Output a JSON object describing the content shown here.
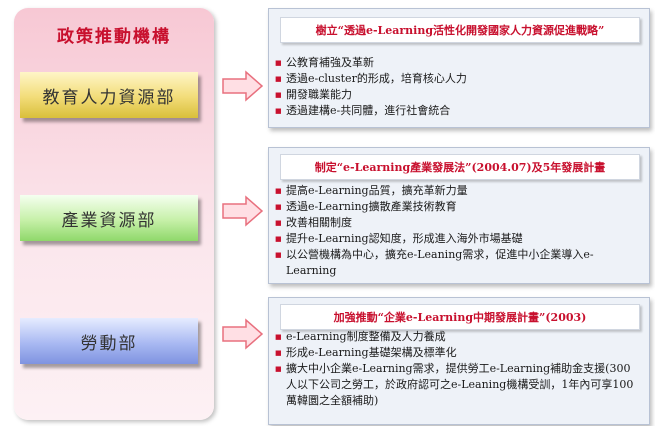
{
  "panel_title": "政策推動機構",
  "agencies": [
    {
      "label": "教育人力資源部"
    },
    {
      "label": "產業資源部"
    },
    {
      "label": "勞動部"
    }
  ],
  "policies": [
    {
      "heading": "樹立“透過e-Learning活性化開發國家人力資源促進戰略”",
      "items": [
        "公教育補強及革新",
        "透過e-cluster的形成，培育核心人力",
        "開發職業能力",
        "透過建構e-共同體，進行社會統合"
      ]
    },
    {
      "heading": "制定“e-Learning產業發展法”(2004.07)及5年發展計畫",
      "items": [
        "提高e-Learning品質，擴充革新力量",
        "透過e-Learning擴散產業技術教育",
        "改善相關制度",
        "提升e-Learning認知度，形成進入海外市場基礎",
        "以公營機構為中心，擴充e-Leaning需求，促進中小企業導入e-Learning"
      ]
    },
    {
      "heading": "加強推動“企業e-Learning中期發展計畫”(2003)",
      "items": [
        "e-Learning制度整備及人力養成",
        "形成e-Learning基礎架構及標準化",
        "擴大中小企業e-Learning需求，提供勞工e-Learning補助金支援(300人以下公司之勞工，於政府認可之e-Leaning機構受訓，1年內可享100萬韓圜之全額補助)"
      ]
    }
  ]
}
